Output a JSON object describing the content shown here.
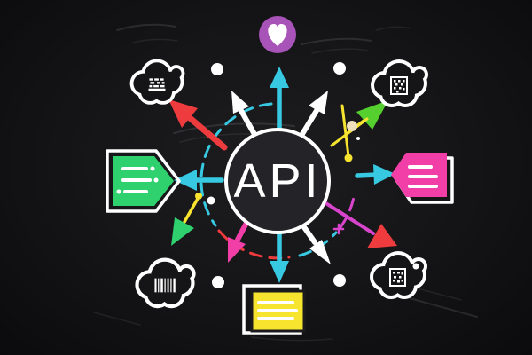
{
  "diagram": {
    "title": "API hub illustration",
    "center_label": "API",
    "nodes": [
      {
        "id": "heart-badge",
        "icon": "heart-icon",
        "position": "top-center"
      },
      {
        "id": "cloud-top-left",
        "icon": "qr-pattern-icon",
        "position": "top-left"
      },
      {
        "id": "cloud-top-right",
        "icon": "qr-code-icon",
        "position": "top-right"
      },
      {
        "id": "tag-left",
        "icon": "list-lines-icon",
        "position": "middle-left"
      },
      {
        "id": "tag-right",
        "icon": "list-lines-icon",
        "position": "middle-right"
      },
      {
        "id": "cloud-bottom-left",
        "icon": "barcode-icon",
        "position": "bottom-left"
      },
      {
        "id": "cloud-bottom-right",
        "icon": "qr-code-icon",
        "position": "bottom-right"
      },
      {
        "id": "note-bottom",
        "icon": "text-lines-icon",
        "position": "bottom-center"
      }
    ]
  },
  "colors": {
    "bg": "#151517",
    "circle-fill": "#232328",
    "white": "#ffffff",
    "cyan": "#38c9e2",
    "red": "#ee3b3e",
    "yellow": "#f7e42f",
    "green": "#2fd06e",
    "lime": "#55d02e",
    "pink": "#f23fa8",
    "magenta": "#d844cc",
    "purple": "#a853b8",
    "cream": "#efe0bd"
  }
}
